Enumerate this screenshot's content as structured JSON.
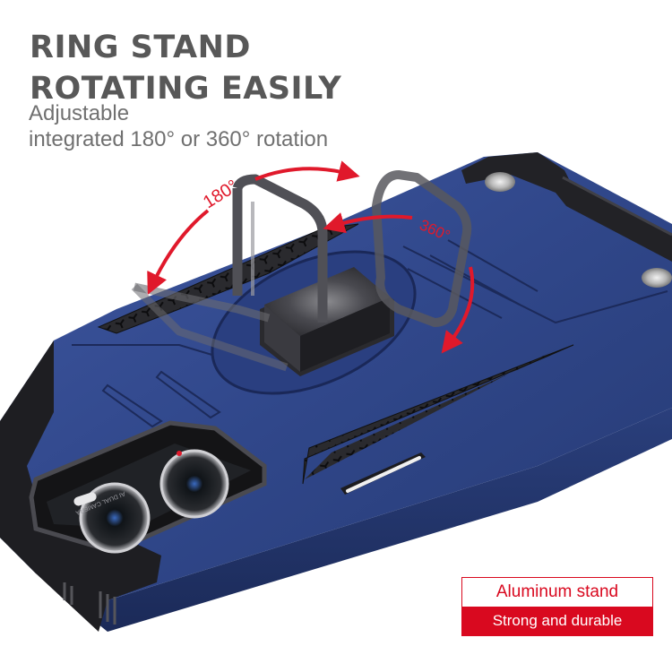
{
  "headline": {
    "line1": "RING STAND",
    "line2": "ROTATING EASILY"
  },
  "subheadline": {
    "line1": "Adjustable",
    "line2": "integrated 180° or 360° rotation"
  },
  "rotation_labels": {
    "angle_a": "180°",
    "angle_b": "360°"
  },
  "camera_module": {
    "label": "AI DUAL CAMERA"
  },
  "badge": {
    "top_label": "Aluminum stand",
    "bottom_label": "Strong and durable"
  },
  "colors": {
    "case_blue": "#2e4380",
    "case_blue_light": "#3d559a",
    "bumper_black": "#1e1e22",
    "ring_metal": "#4a4a50",
    "accent_red": "#d9091f",
    "headline_gray": "#585858",
    "subline_gray": "#707070"
  }
}
